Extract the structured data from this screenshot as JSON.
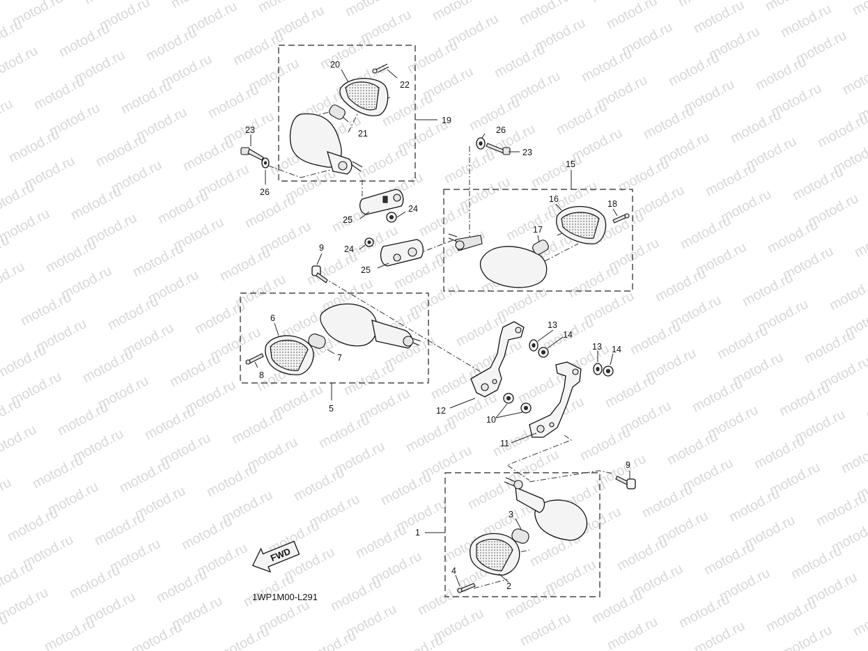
{
  "watermark": {
    "text": "motod.ru"
  },
  "diagram_code": "1WP1M00-L291",
  "fwd_label": "FWD",
  "labels": {
    "l1": "1",
    "l2": "2",
    "l3": "3",
    "l4": "4",
    "l5": "5",
    "l6": "6",
    "l7": "7",
    "l8": "8",
    "l9a": "9",
    "l9b": "9",
    "l10": "10",
    "l11": "11",
    "l12": "12",
    "l13a": "13",
    "l13b": "13",
    "l14a": "14",
    "l14b": "14",
    "l15": "15",
    "l16": "16",
    "l17": "17",
    "l18": "18",
    "l19": "19",
    "l20": "20",
    "l21": "21",
    "l22": "22",
    "l23a": "23",
    "l23b": "23",
    "l24a": "24",
    "l24b": "24",
    "l25a": "25",
    "l25b": "25",
    "l26a": "26",
    "l26b": "26"
  }
}
